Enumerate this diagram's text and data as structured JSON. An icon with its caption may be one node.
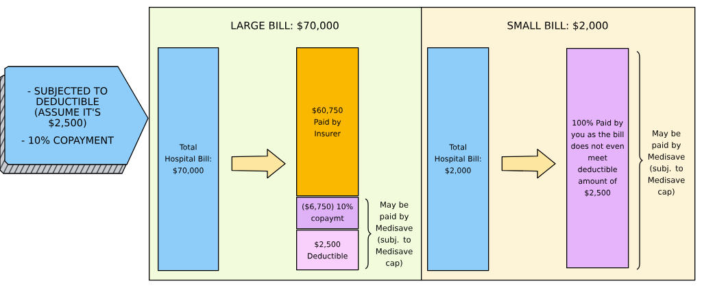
{
  "diagram": {
    "nodes": [
      {
        "text": [
          "- SUBJECTED TO DEDUCTIBLE (ASSUME IT'S $2,500)",
          "- 10% COPAYMENT"
        ]
      },
      {
        "text": [
          "LARGE BILL: $70,000"
        ]
      },
      {
        "text": [
          "Total Hospital Bill: $70,000"
        ],
        "in": 1
      },
      {
        "text": [
          "$60,750 Paid by Insurer"
        ],
        "in": 1
      },
      {
        "text": [
          "($6,750) 10% copaymt"
        ],
        "in": 1
      },
      {
        "text": [
          "$2,500 Deductible"
        ],
        "in": 1
      },
      {
        "text": [
          "SMALL BILL: $2,000"
        ]
      },
      {
        "text": [
          "Total Hospital Bill: $2,000"
        ],
        "in": 6
      },
      {
        "text": [
          "100% Paid by you as the bill does not even meet deductible amount of $2,500"
        ],
        "in": 6
      }
    ],
    "edges": [
      {
        "from": 2,
        "to": 3,
        "arrow": "to"
      },
      {
        "from": 7,
        "to": 8,
        "arrow": "to"
      }
    ],
    "labels": [
      "May be paid by Medisave (subj. to Medisave cap)",
      "May be paid by Medisave (subj. to Medisave cap)"
    ]
  }
}
